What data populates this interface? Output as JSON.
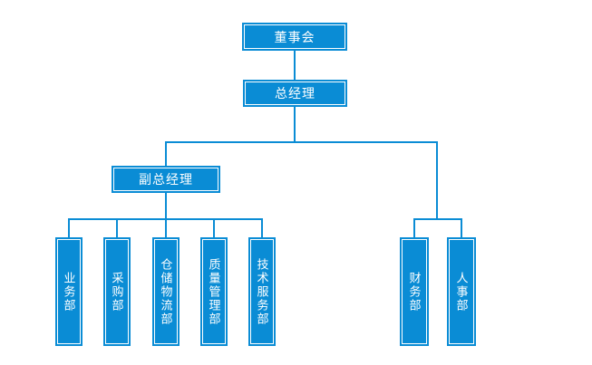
{
  "colors": {
    "background": "#ffffff",
    "node_fill": "#0a8cd5",
    "node_inner_border": "#ffffff",
    "node_text": "#ffffff",
    "connector": "#0a8cd5"
  },
  "org_chart": {
    "board": {
      "label": "董事会"
    },
    "general_manager": {
      "label": "总经理"
    },
    "deputy_general_manager": {
      "label": "副总经理"
    },
    "deputy_departments": [
      {
        "label": "业务部"
      },
      {
        "label": "采购部"
      },
      {
        "label": "仓储物流部"
      },
      {
        "label": "质量管理部"
      },
      {
        "label": "技术服务部"
      }
    ],
    "direct_departments": [
      {
        "label": "财务部"
      },
      {
        "label": "人事部"
      }
    ]
  }
}
